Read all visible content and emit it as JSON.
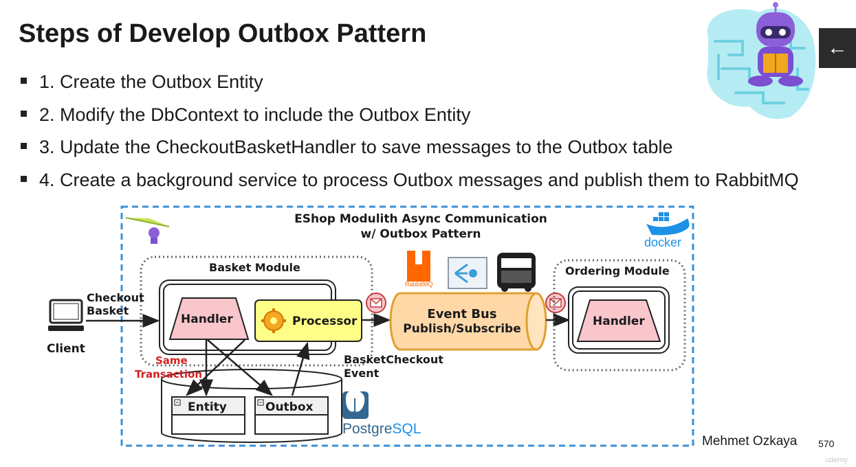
{
  "slide": {
    "title": "Steps of Develop Outbox Pattern",
    "bullets": [
      "1. Create the Outbox Entity",
      "2. Modify the DbContext to include the Outbox Entity",
      "3. Update the CheckoutBasketHandler to save messages to the Outbox table",
      "4. Create a background service to process Outbox messages and publish them to RabbitMQ"
    ],
    "author": "Mehmet Ozkaya",
    "page_number": "570",
    "watermark": "udemy"
  },
  "diagram": {
    "title_line1": "EShop Modulith Async Communication",
    "title_line2": "w/ Outbox Pattern",
    "client_label": "Client",
    "checkout_label_line1": "Checkout",
    "checkout_label_line2": "Basket",
    "basket_module_label": "Basket Module",
    "handler_label": "Handler",
    "processor_label": "Processor",
    "same_transaction_line1": "Same",
    "same_transaction_line2": "Transaction",
    "entity_label": "Entity",
    "outbox_label": "Outbox",
    "postgres_label_part1": "Postgre",
    "postgres_label_part2": "SQL",
    "event_bus_line1": "Event Bus",
    "event_bus_line2": "Publish/Subscribe",
    "basket_event_line1": "BasketCheckout",
    "basket_event_line2": "Event",
    "rabbitmq_label": "RabbitMQ",
    "ordering_module_label": "Ordering Module",
    "ordering_handler_label": "Handler",
    "docker_label": "docker",
    "colors": {
      "dashed_border": "#3a8fd6",
      "handler_fill": "#f9c6cc",
      "processor_fill": "#ffff88",
      "event_bus_fill": "#ffd8a8",
      "event_bus_stroke": "#e0a030",
      "same_transaction": "#d42020",
      "rabbitmq": "#ff6600",
      "postgres": "#336791",
      "docker": "#1d91e6"
    }
  },
  "ui": {
    "back_icon": "arrow-left-icon"
  }
}
